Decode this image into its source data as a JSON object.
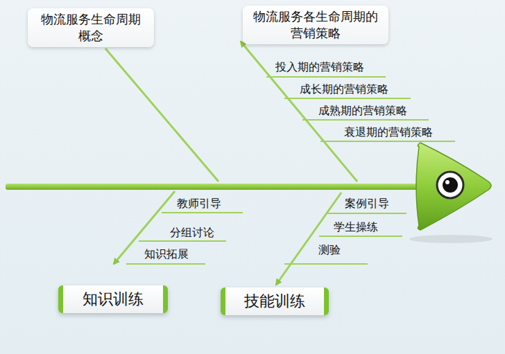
{
  "diagram": {
    "nodes": [
      {
        "text": [
          "物流服务生命周期概念"
        ]
      },
      {
        "text": [
          "物流服务各生命周期的营销策略"
        ]
      },
      {
        "text": [
          "知识训练"
        ]
      },
      {
        "text": [
          "技能训练"
        ]
      }
    ],
    "labels": [
      "投入期的营销策略",
      "成长期的营销策略",
      "成熟期的营销策略",
      "衰退期的营销策略",
      "教师引导",
      "分组讨论",
      "知识拓展",
      "案例引导",
      "学生操练",
      "测验"
    ]
  }
}
